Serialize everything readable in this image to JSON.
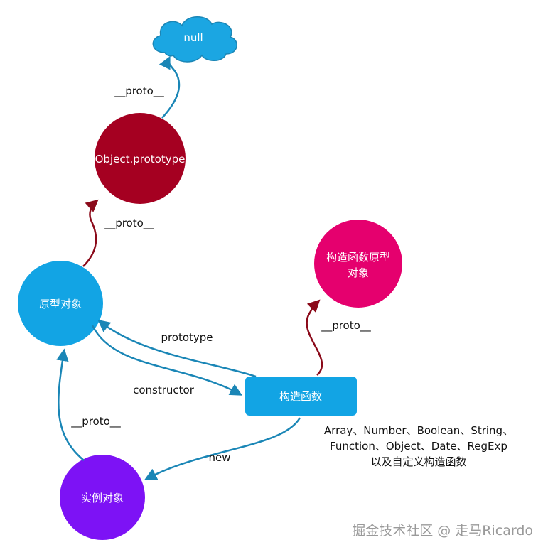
{
  "nodes": {
    "null_cloud": {
      "label": "null",
      "color": "#1ba6e2"
    },
    "object_prototype": {
      "label": "Object.prototype",
      "color": "#a50021"
    },
    "prototype_object": {
      "label": "原型对象",
      "color": "#12a4e4"
    },
    "constructor_prototype": {
      "line1": "构造函数原型",
      "line2": "对象",
      "color": "#e5006e"
    },
    "constructor_fn": {
      "label": "构造函数",
      "color": "#12a4e4"
    },
    "instance_object": {
      "label": "实例对象",
      "color": "#7d12f5"
    }
  },
  "edges": {
    "proto_to_null": {
      "label": "__proto__",
      "color": "#1a86b6"
    },
    "proto_to_object_prototype": {
      "label": "__proto__",
      "color": "#8b0a1a"
    },
    "prototype": {
      "label": "prototype",
      "color": "#1a86b6"
    },
    "constructor": {
      "label": "constructor",
      "color": "#1a86b6"
    },
    "proto_ctor_to_fn_proto": {
      "label": "__proto__",
      "color": "#8b0a1a"
    },
    "instance_proto": {
      "label": "__proto__",
      "color": "#1a86b6"
    },
    "new": {
      "label": "new",
      "color": "#1a86b6"
    }
  },
  "note": {
    "line1": "Array、Number、Boolean、String、",
    "line2": "Function、Object、Date、RegExp",
    "line3": "以及自定义构造函数"
  },
  "watermark": "掘金技术社区 @ 走马Ricardo"
}
